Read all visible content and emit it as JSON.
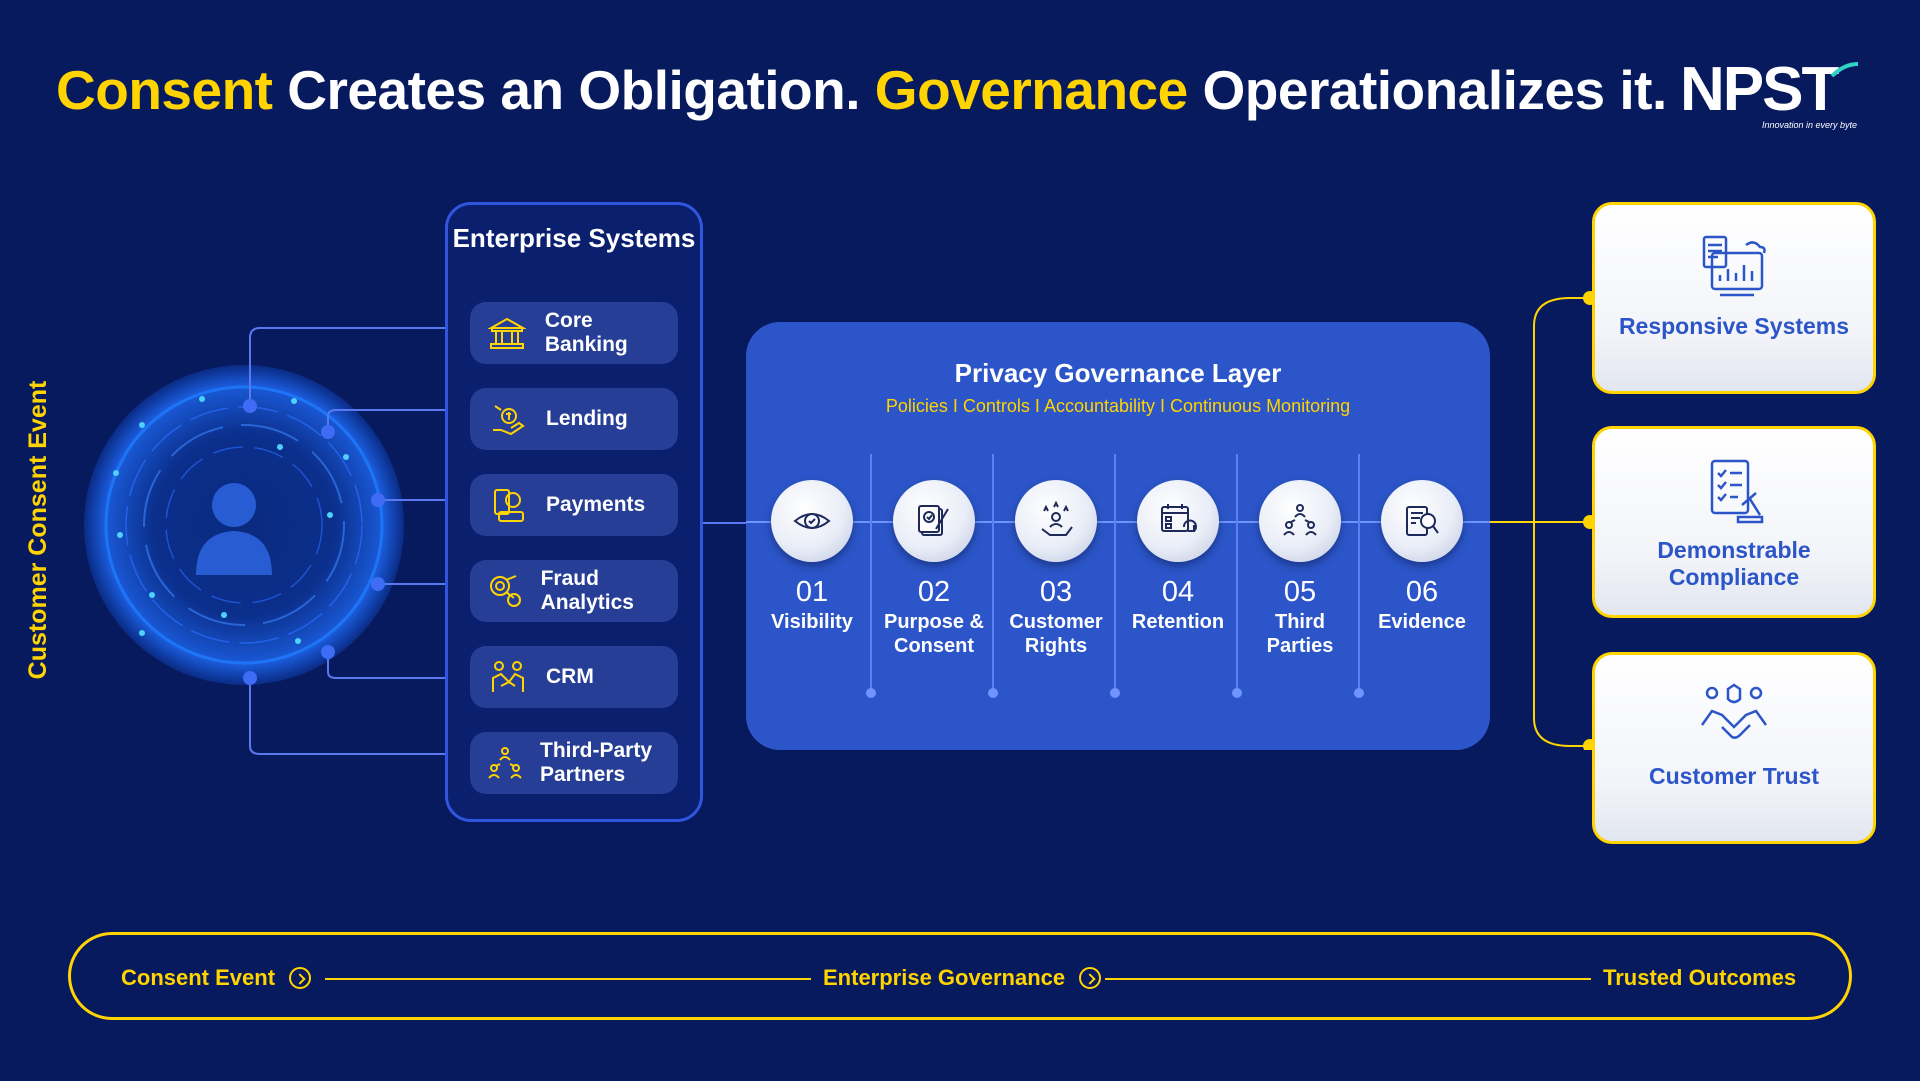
{
  "header": {
    "title_part1": "Consent",
    "title_part2": " Creates an Obligation. ",
    "title_part3": "Governance",
    "title_part4": " Operationalizes it.",
    "logo_text": "NPST",
    "logo_tagline": "Innovation in every byte"
  },
  "side_label": "Customer Consent Event",
  "enterprise": {
    "title": "Enterprise Systems",
    "items": [
      {
        "label": "Core Banking",
        "icon": "bank-icon"
      },
      {
        "label": "Lending",
        "icon": "lending-icon"
      },
      {
        "label": "Payments",
        "icon": "payments-icon"
      },
      {
        "label": "Fraud Analytics",
        "icon": "fraud-analytics-icon"
      },
      {
        "label": "CRM",
        "icon": "crm-icon"
      },
      {
        "label": "Third-Party Partners",
        "icon": "partners-icon"
      }
    ]
  },
  "governance": {
    "title": "Privacy Governance Layer",
    "subtitle": "Policies  I  Controls  I  Accountability  I  Continuous Monitoring",
    "steps": [
      {
        "num": "01",
        "name": "Visibility",
        "icon": "eye-icon"
      },
      {
        "num": "02",
        "name": "Purpose & Consent",
        "icon": "document-sign-icon"
      },
      {
        "num": "03",
        "name": "Customer Rights",
        "icon": "hand-stars-icon"
      },
      {
        "num": "04",
        "name": "Retention",
        "icon": "calendar-refresh-icon"
      },
      {
        "num": "05",
        "name": "Third Parties",
        "icon": "network-people-icon"
      },
      {
        "num": "06",
        "name": "Evidence",
        "icon": "document-search-icon"
      }
    ]
  },
  "outcomes": [
    {
      "label": "Responsive Systems",
      "icon": "dashboard-icon"
    },
    {
      "label": "Demonstrable Compliance",
      "icon": "checklist-gavel-icon"
    },
    {
      "label": "Customer Trust",
      "icon": "handshake-icon"
    }
  ],
  "flow": {
    "items": [
      "Consent Event",
      "Enterprise Governance",
      "Trusted Outcomes"
    ]
  },
  "colors": {
    "background": "#081a5e",
    "accent_yellow": "#ffd400",
    "panel_blue": "#2b55c8",
    "outcome_text": "#2b55c8"
  }
}
